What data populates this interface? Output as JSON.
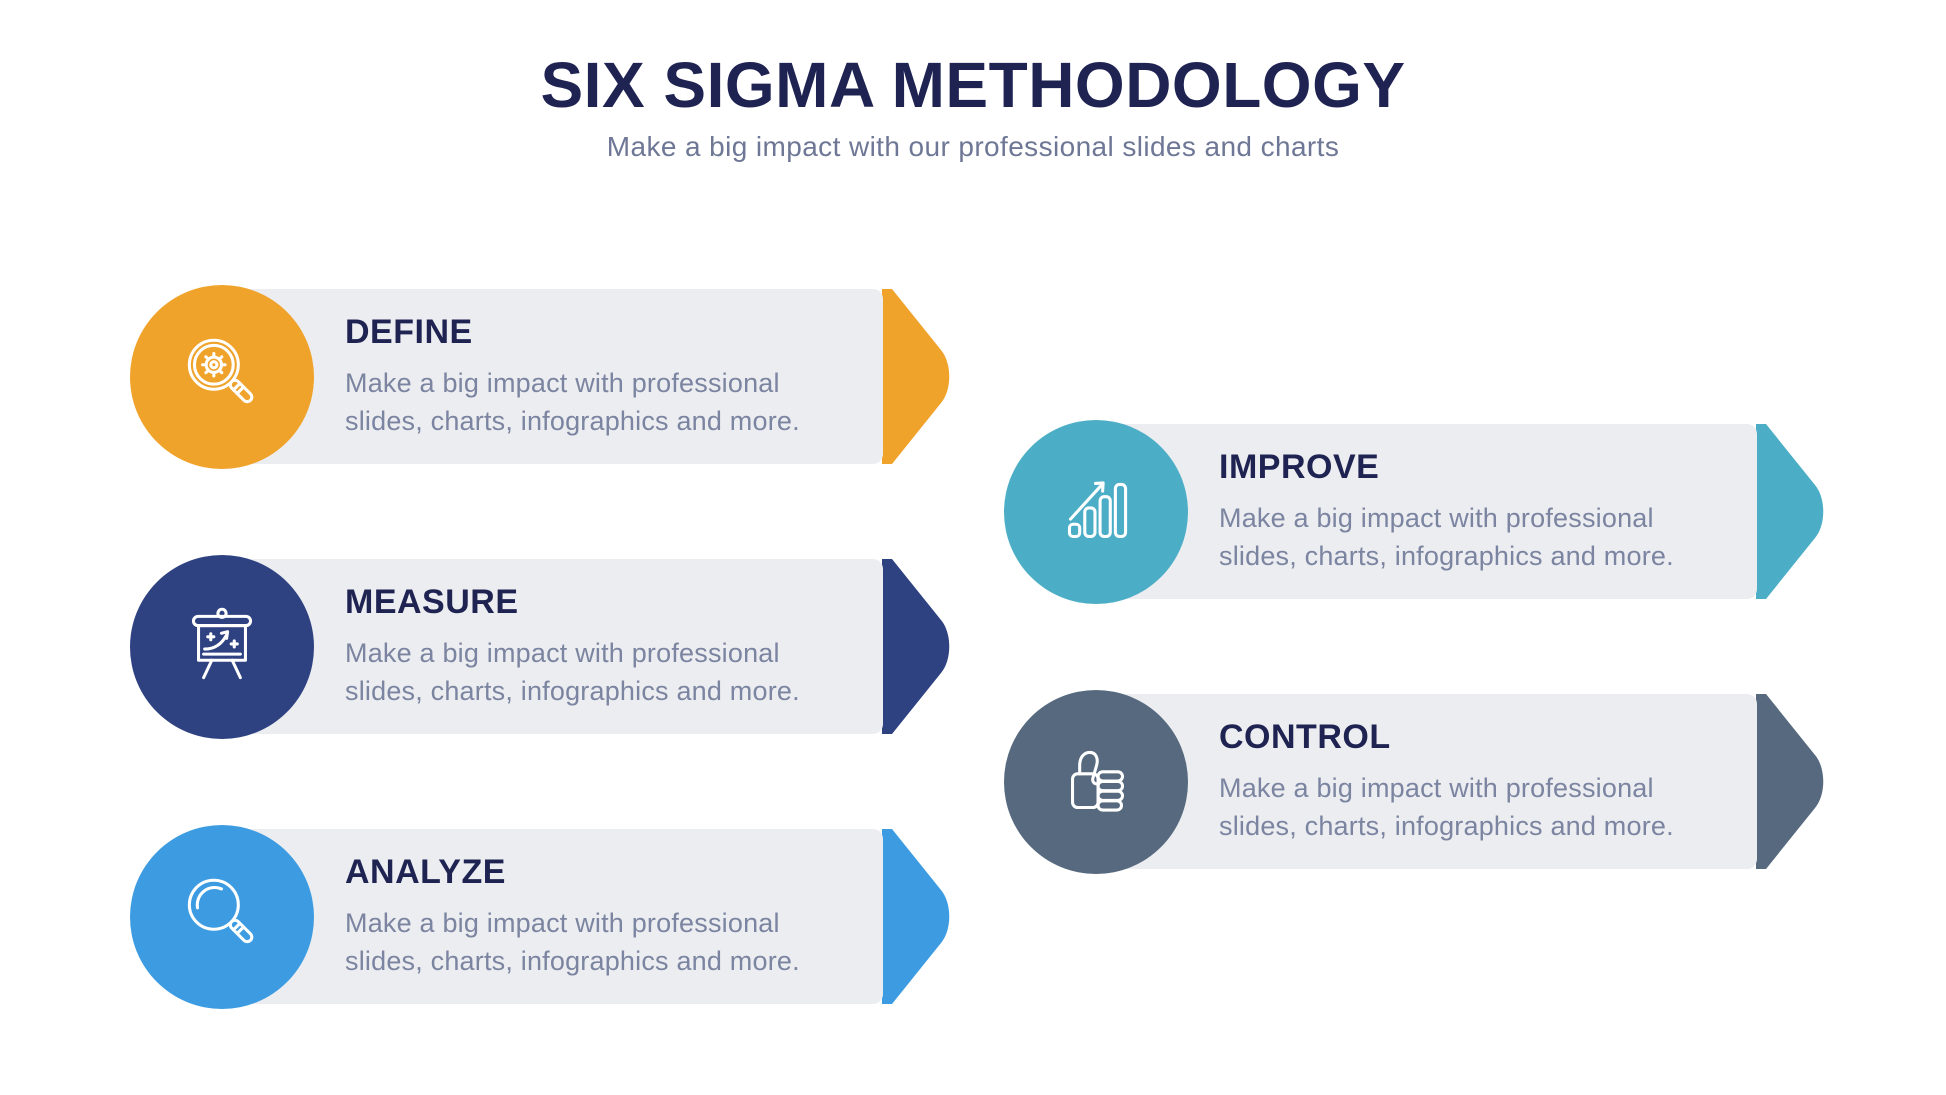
{
  "header": {
    "title": "SIX SIGMA METHODOLOGY",
    "subtitle": "Make a big impact with our professional slides and charts"
  },
  "steps": [
    {
      "label": "DEFINE",
      "icon": "magnifier-gear-icon",
      "color": "#F0A32B",
      "description_lines": [
        "Make a big impact with professional",
        "slides, charts, infographics and more."
      ]
    },
    {
      "label": "MEASURE",
      "icon": "presentation-board-icon",
      "color": "#2E4181",
      "description_lines": [
        "Make a big impact with professional",
        "slides, charts, infographics and more."
      ]
    },
    {
      "label": "ANALYZE",
      "icon": "magnifier-icon",
      "color": "#3D9CE1",
      "description_lines": [
        "Make a big impact with professional",
        "slides, charts, infographics and more."
      ]
    },
    {
      "label": "IMPROVE",
      "icon": "bar-chart-growth-icon",
      "color": "#4BAEC6",
      "description_lines": [
        "Make a big impact with professional",
        "slides, charts, infographics and more."
      ]
    },
    {
      "label": "CONTROL",
      "icon": "thumbs-up-icon",
      "color": "#56697E",
      "description_lines": [
        "Make a big impact with professional",
        "slides, charts, infographics and more."
      ]
    }
  ],
  "colors": {
    "card_background": "#ECEDF0",
    "title_text": "#1F2352",
    "description_text": "#7B84A0",
    "subtitle_text": "#6E7795"
  }
}
